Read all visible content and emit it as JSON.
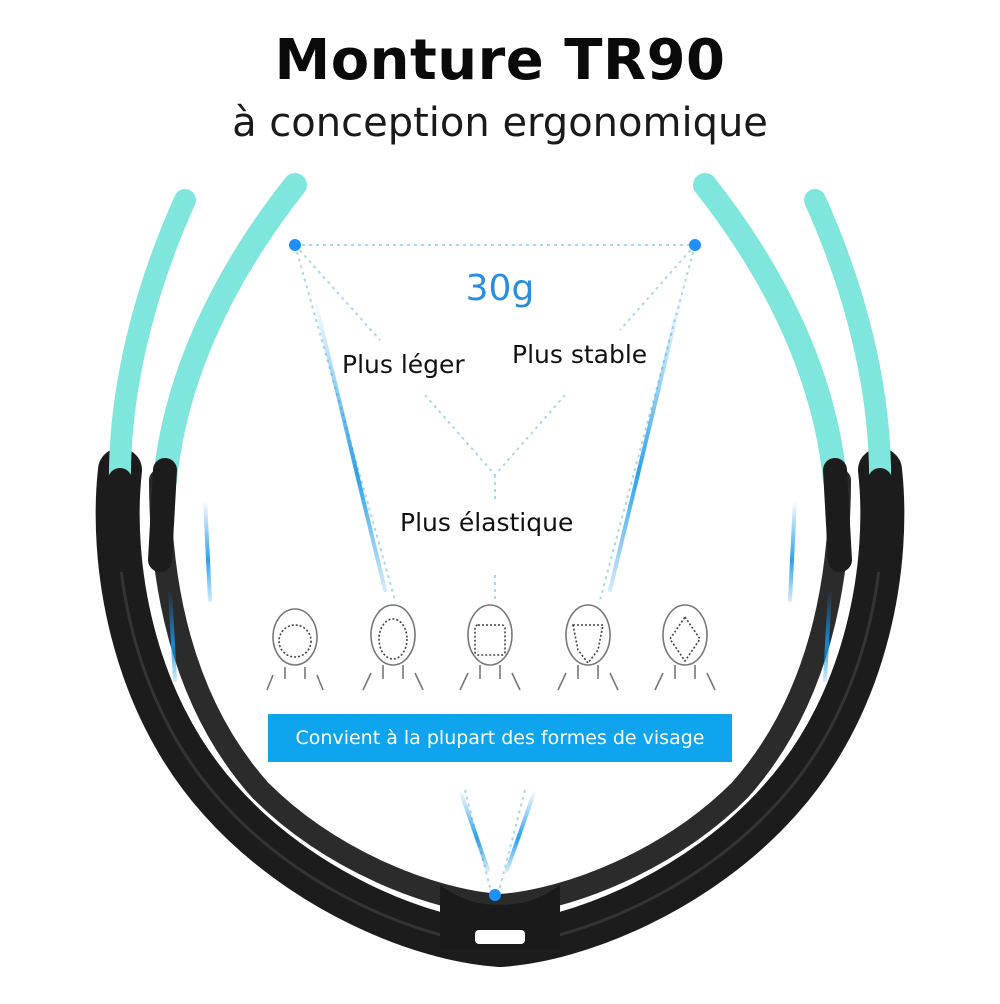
{
  "header": {
    "title": "Monture TR90",
    "subtitle": "à conception ergonomique"
  },
  "diagram": {
    "weight": "30g",
    "labels": {
      "lighter": "Plus léger",
      "stable": "Plus stable",
      "elastic": "Plus élastique"
    },
    "banner": "Convient à la plupart des formes de visage",
    "colors": {
      "temple_tip": "#7ee6dc",
      "frame": "#1c1c1c",
      "accent_blue": "#0ea5ee",
      "dot_line": "#a8d8ee"
    },
    "face_shapes": [
      "round-face-icon",
      "oval-face-icon",
      "square-face-icon",
      "heart-face-icon",
      "diamond-face-icon"
    ]
  }
}
